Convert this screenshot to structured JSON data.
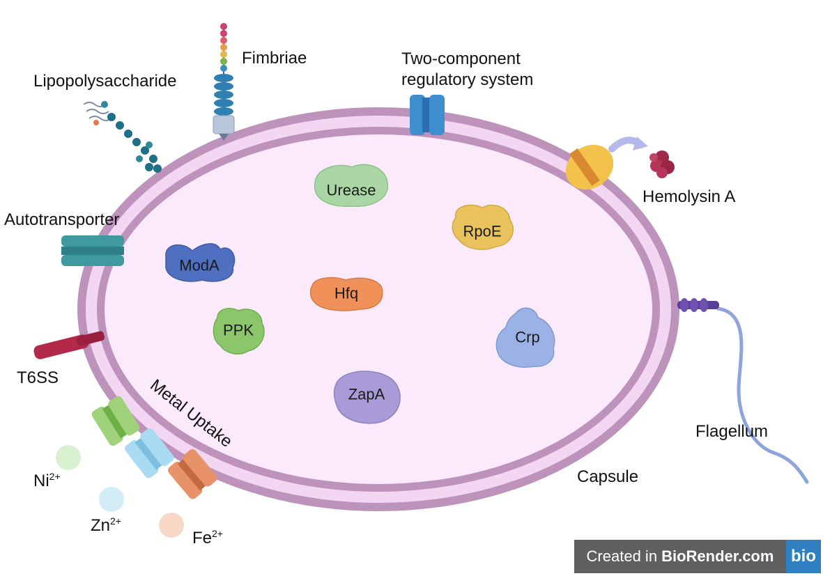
{
  "labels": {
    "fimbriae": "Fimbriae",
    "lipopolysaccharide": "Lipopolysaccharide",
    "two_component_1": "Two-component",
    "two_component_2": "regulatory system",
    "hemolysin": "Hemolysin A",
    "autotransporter": "Autotransporter",
    "t6ss": "T6SS",
    "metal_uptake": "Metal Uptake",
    "flagellum": "Flagellum",
    "capsule": "Capsule"
  },
  "ions": {
    "ni": {
      "base": "Ni",
      "charge": "2+"
    },
    "zn": {
      "base": "Zn",
      "charge": "2+"
    },
    "fe": {
      "base": "Fe",
      "charge": "2+"
    }
  },
  "proteins": {
    "urease": "Urease",
    "rpoe": "RpoE",
    "moda": "ModA",
    "hfq": "Hfq",
    "ppk": "PPK",
    "crp": "Crp",
    "zapa": "ZapA"
  },
  "badge": {
    "prefix": "Created in",
    "brand": "BioRender.com",
    "logo": "bio"
  },
  "colors": {
    "cell_fill": "#fbeafb",
    "membrane": "#c79ec4",
    "urease": "#aad6a5",
    "rpoe": "#e9c25c",
    "moda": "#4f6fc0",
    "hfq": "#f0915a",
    "ppk": "#8cc66b",
    "crp": "#9bb2e6",
    "zapa": "#a99ad8"
  }
}
